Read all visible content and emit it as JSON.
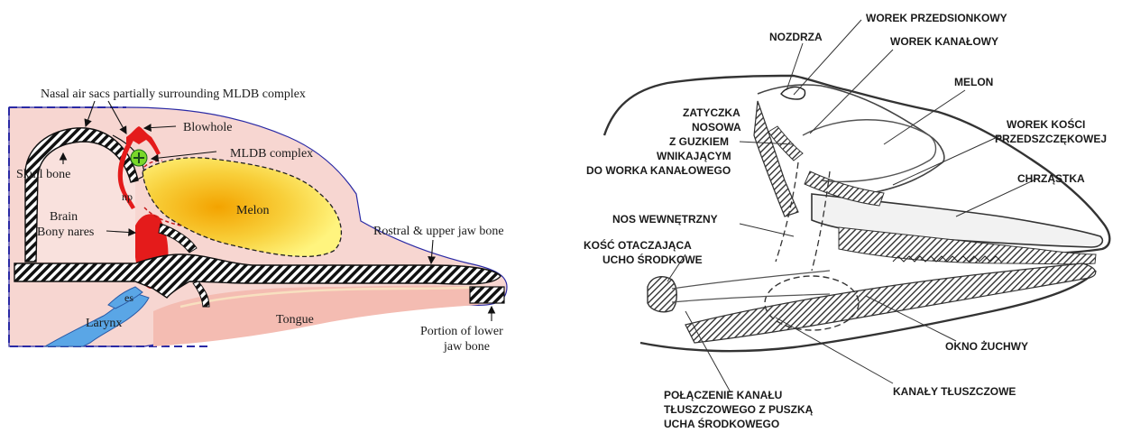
{
  "left_diagram": {
    "labels": {
      "nasal_air_sacs": "Nasal air sacs partially surrounding MLDB complex",
      "blowhole": "Blowhole",
      "mldb_complex": "MLDB complex",
      "skull_bone": "Skull bone",
      "np": "np",
      "brain": "Brain",
      "melon": "Melon",
      "rostral_upper_jaw": "Rostral & upper jaw bone",
      "bony_nares": "Bony nares",
      "es": "es",
      "larynx": "Larynx",
      "tongue": "Tongue",
      "lower_jaw_line1": "Portion of lower",
      "lower_jaw_line2": "jaw bone"
    },
    "colors": {
      "head_fill": "#f6d6d2",
      "melon_core": "#f4a800",
      "melon_edge": "#fff27a",
      "air_sacs": "#e81d1d",
      "larynx": "#5aa6e6",
      "tongue": "#f2b9b0",
      "outline": "#2222aa"
    }
  },
  "right_diagram": {
    "labels": {
      "worek_przedsionkowy": "WOREK PRZEDSIONKOWY",
      "nozdrza": "NOZDRZA",
      "worek_kanalowy": "WOREK KANAŁOWY",
      "melon": "MELON",
      "zatyczka_1": "ZATYCZKA",
      "zatyczka_2": "NOSOWA",
      "zatyczka_3": "Z GUZKIEM",
      "zatyczka_4": "WNIKAJĄCYM",
      "zatyczka_5": "DO WORKA KANAŁOWEGO",
      "worek_kosci_1": "WOREK KOŚCI",
      "worek_kosci_2": "PRZEDSZCZĘKOWEJ",
      "chrzastka": "CHRZĄSTKA",
      "nos_wewnetrzny": "NOS WEWNĘTRZNY",
      "kosc_1": "KOŚĆ OTACZAJĄCA",
      "kosc_2": "UCHO ŚRODKOWE",
      "okno_zuchwy": "OKNO ŻUCHWY",
      "kanaly": "KANAŁY TŁUSZCZOWE",
      "polaczenie_1": "POŁĄCZENIE KANAŁU",
      "polaczenie_2": "TŁUSZCZOWEGO Z PUSZKĄ",
      "polaczenie_3": "UCHA ŚRODKOWEGO"
    }
  }
}
